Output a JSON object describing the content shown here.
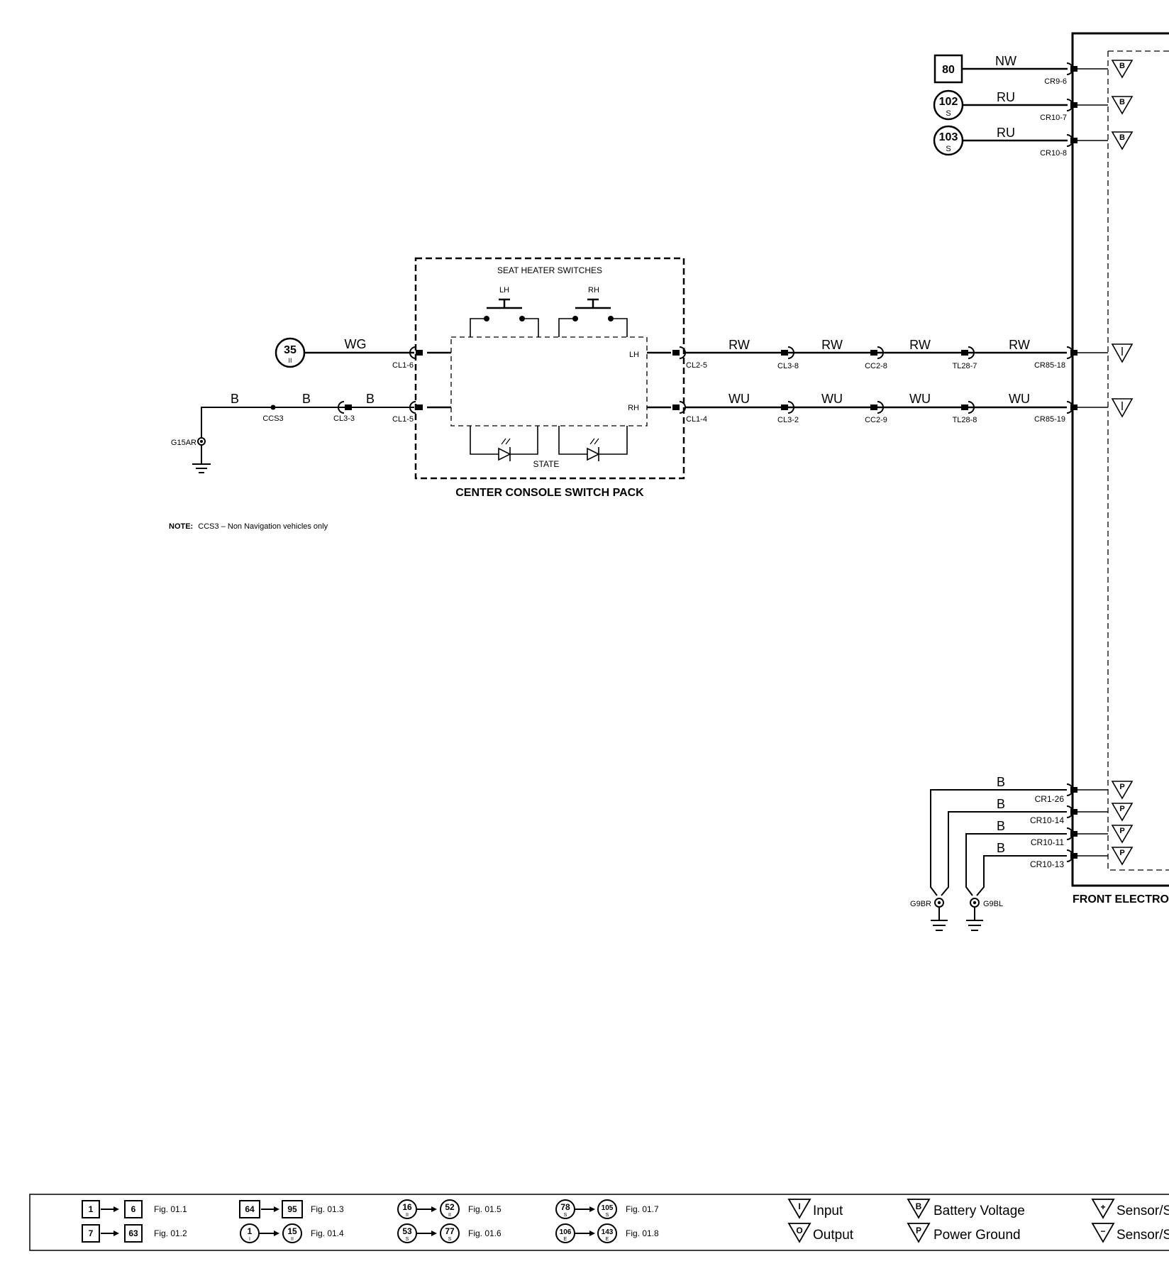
{
  "left_connectors": [
    {
      "label": "80",
      "shape": "square",
      "wire": "NW",
      "pin": "CR9-6",
      "type": "B"
    },
    {
      "label": "102",
      "sub": "S",
      "shape": "circle",
      "wire": "RU",
      "pin": "CR10-7",
      "type": "B"
    },
    {
      "label": "103",
      "sub": "S",
      "shape": "circle",
      "wire": "RU",
      "pin": "CR10-8",
      "type": "B"
    }
  ],
  "switch_pack": {
    "title": "CENTER CONSOLE SWITCH PACK",
    "header": "SEAT HEATER SWITCHES",
    "lh": "LH",
    "rh": "RH",
    "state": "STATE"
  },
  "feed": {
    "ref_label": "35",
    "ref_sub": "II",
    "wire": "WG",
    "pin": "CL1-6"
  },
  "ground_line": {
    "ground": "G15AR",
    "wire1": "B",
    "splice": "CCS3",
    "wire2": "B",
    "conn": "CL3-3",
    "wire3": "B",
    "pin": "CL1-5"
  },
  "lh_run": {
    "out_pin": "CL2-5",
    "wires": [
      "RW",
      "RW",
      "RW",
      "RW"
    ],
    "joints": [
      "CL3-8",
      "CC2-8",
      "TL28-7"
    ],
    "end_pin": "CR85-18"
  },
  "rh_run": {
    "out_pin": "CL1-4",
    "wires": [
      "WU",
      "WU",
      "WU",
      "WU"
    ],
    "joints": [
      "CL3-2",
      "CC2-9",
      "TL28-8"
    ],
    "end_pin": "CR85-19"
  },
  "note": {
    "bold": "NOTE:",
    "text": "CCS3 – Non Navigation vehicles only"
  },
  "ground_pins": [
    {
      "wire": "B",
      "pin": "CR1-26"
    },
    {
      "wire": "B",
      "pin": "CR10-14"
    },
    {
      "wire": "B",
      "pin": "CR10-11"
    },
    {
      "wire": "B",
      "pin": "CR10-13"
    }
  ],
  "grounds": [
    "G9BR",
    "G9BL"
  ],
  "module_title": "FRONT ELECTRO",
  "legend": {
    "figs": [
      {
        "from": "1",
        "to": "6",
        "fig": "Fig. 01.1"
      },
      {
        "from": "7",
        "to": "63",
        "fig": "Fig. 01.2"
      },
      {
        "from": "64",
        "to": "95",
        "fig": "Fig. 01.3"
      },
      {
        "from": "1",
        "from_sub": "I",
        "to": "15",
        "to_sub": "II",
        "fig": "Fig. 01.4"
      },
      {
        "from": "16",
        "from_sub": "II",
        "to": "52",
        "to_sub": "II",
        "fig": "Fig. 01.5"
      },
      {
        "from": "53",
        "from_sub": "S",
        "to": "77",
        "to_sub": "S",
        "fig": "Fig. 01.6"
      },
      {
        "from": "78",
        "from_sub": "S",
        "to": "105",
        "to_sub": "S",
        "fig": "Fig. 01.7"
      },
      {
        "from": "106",
        "from_sub": "E",
        "to": "143",
        "to_sub": "E",
        "fig": "Fig. 01.8"
      }
    ],
    "symbols": [
      {
        "glyph": "I",
        "text": "Input"
      },
      {
        "glyph": "O",
        "text": "Output"
      },
      {
        "glyph": "B",
        "text": "Battery Voltage"
      },
      {
        "glyph": "P",
        "text": "Power Ground"
      },
      {
        "glyph": "+",
        "text": "Sensor/S"
      },
      {
        "glyph": "−",
        "text": "Sensor/S"
      }
    ]
  }
}
